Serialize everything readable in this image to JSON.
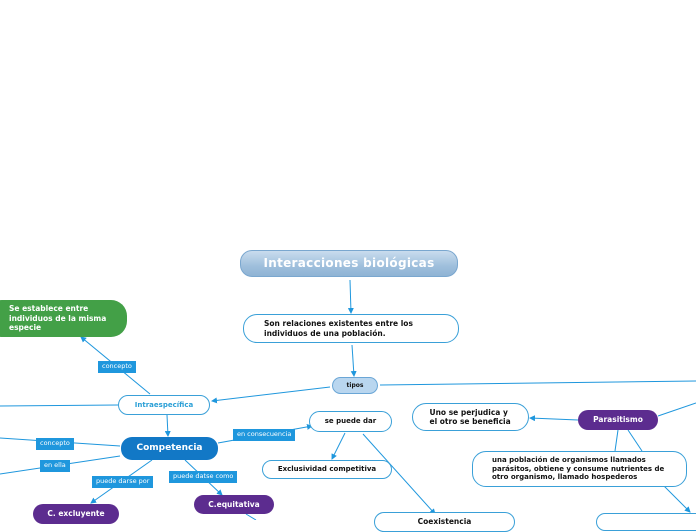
{
  "nodes": {
    "title": "Interacciones biológicas",
    "definition": "Son relaciones existentes entre los individuos de una población.",
    "tipos": "tipos",
    "intra_concept": "Se establece entre individuos de la misma especie",
    "intraespecifica": "Intraespecífica",
    "competencia": "Competencia",
    "se_puede_dar": "se puede dar",
    "exclusividad": "Exclusividad competitiva",
    "parasitismo": "Parasitismo",
    "uno_perjudica": "Uno se perjudica y el otro se beneficia",
    "parasito_def": "una población de organismos llamados parásitos, obtiene y consume nutrientes de otro organismo, llamado hospederos",
    "c_excluyente": "C. excluyente",
    "c_equitativa": "C.equitativa",
    "bottom_partial": "Coexistencia"
  },
  "labels": {
    "concepto_1": "concepto",
    "concepto_2": "concepto",
    "en_ella": "en ella",
    "puede_darse_por": "puede darse por",
    "puede_datse_como": "puede datse como",
    "en_consecuencia": "en consecuencia"
  },
  "colors": {
    "line": "#1f97dd",
    "green": "#43a047",
    "blue": "#1278c6",
    "purple": "#5c2c8f"
  }
}
